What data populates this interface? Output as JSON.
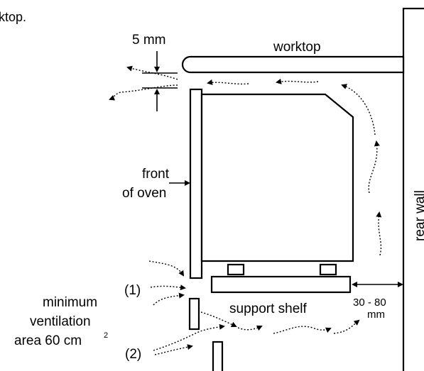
{
  "diagram": {
    "fragment_text": "ktop.",
    "gap_label": "5 mm",
    "worktop_label": "worktop",
    "front_label_line1": "front",
    "front_label_line2": "of oven",
    "rear_wall_label": "rear wall",
    "min_vent_line1": "minimum",
    "min_vent_line2": "ventilation",
    "min_vent_line3": "area 60 cm",
    "min_vent_superscript": "2",
    "marker_1": "(1)",
    "marker_2": "(2)",
    "support_shelf_label": "support shelf",
    "distance_value": "30 - 80",
    "distance_unit": "mm"
  },
  "colors": {
    "line": "#000000",
    "background": "#ffffff"
  }
}
